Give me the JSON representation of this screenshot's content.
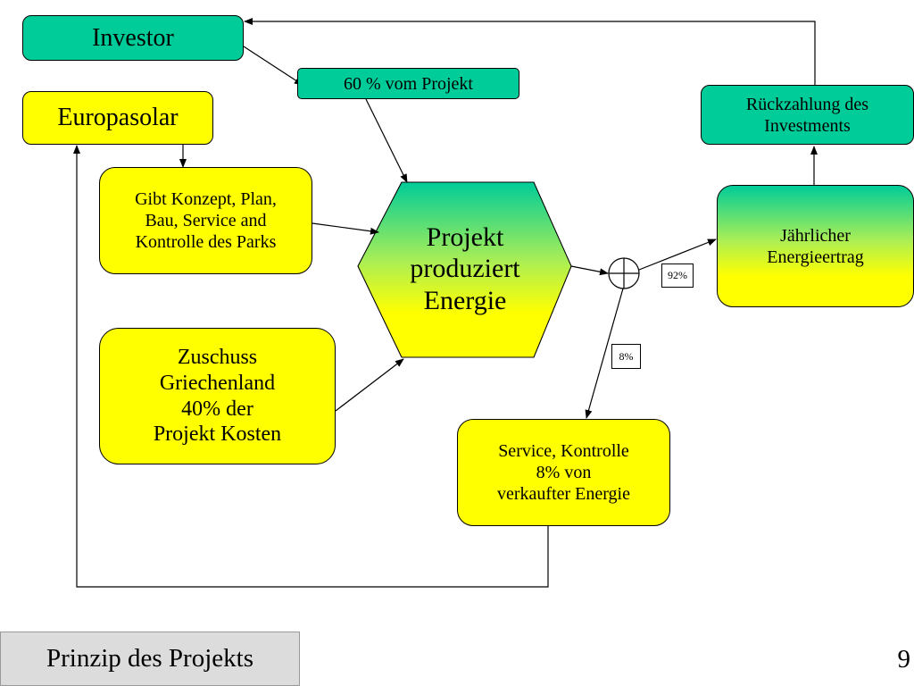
{
  "nodes": {
    "investor": "Investor",
    "sixty_percent": "60 % vom Projekt",
    "europasolar": "Europasolar",
    "rueckzahlung": "Rückzahlung des\nInvestments",
    "konzept": "Gibt Konzept, Plan,\nBau, Service and\nKontrolle des Parks",
    "projekt": "Projekt\nproduziert\nEnergie",
    "ertrag": "Jährlicher\nEnergieertrag",
    "zuschuss": "Zuschuss\nGriechenland\n40% der\nProjekt Kosten",
    "service": "Service, Kontrolle\n8% von\nverkaufter Energie"
  },
  "labels": {
    "ninety_two": "92%",
    "eight": "8%"
  },
  "footer": {
    "title": "Prinzip des Projekts",
    "page_number": "9"
  },
  "colors": {
    "teal": "#00cc99",
    "yellow": "#ffff00",
    "footer_bg": "#dcdcdc"
  }
}
